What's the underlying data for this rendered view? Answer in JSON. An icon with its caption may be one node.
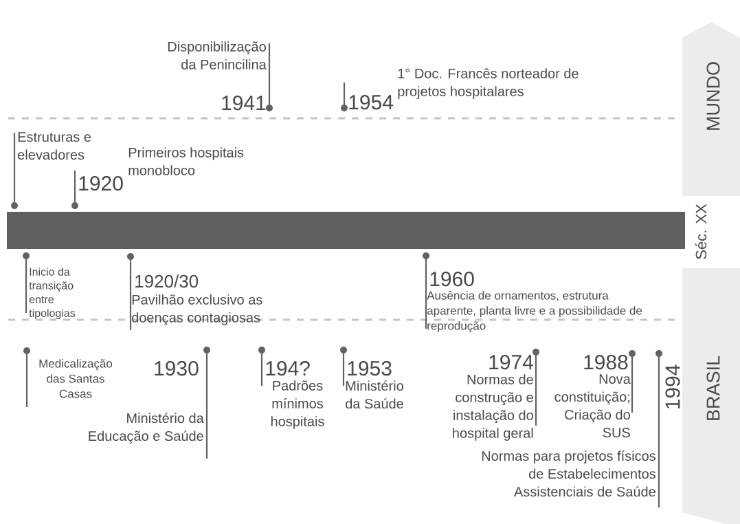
{
  "diagram": {
    "nodes": [
      {
        "text": [
          "MUNDO"
        ]
      },
      {
        "text": [
          "Séc. XX"
        ]
      },
      {
        "text": [
          "BRASIL"
        ]
      }
    ],
    "labels": [
      "Disponibilização da Penincilina",
      "1941",
      "1° Doc. Francês norteador de projetos hospitalares",
      "1954",
      "Estruturas e elevadores",
      "Primeiros hospitais monobloco",
      "1920",
      "Inicio da transição entre tipologias",
      "1920/30",
      "Pavilhão exclusivo as doenças contagiosas",
      "1960",
      "Ausência de ornamentos, estrutura aparente, planta livre e a possibilidade de reprodução",
      "Medicalização das Santas Casas",
      "1930",
      "194?",
      "Padrões mínimos hospitais",
      "1953",
      "Ministério da Saúde",
      "1974",
      "Normas de construção e instalação do hospital geral",
      "1988",
      "Nova constituição; Criação do SUS",
      "1994",
      "Ministério da Educação e Saúde",
      "Normas para projetos físicos de Estabelecimentos Assistenciais de Saúde"
    ]
  }
}
